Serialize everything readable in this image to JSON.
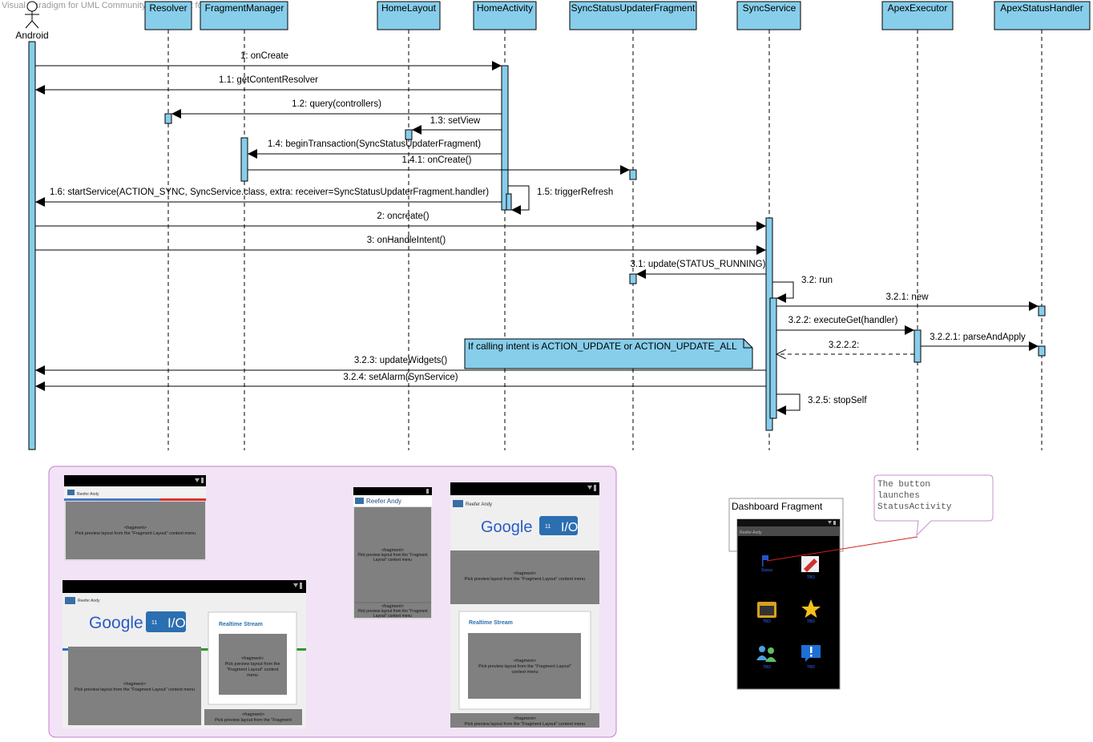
{
  "watermark": "Visual Paradigm for UML Community Edition [not for commercial use]",
  "actor": {
    "name": "Android"
  },
  "lifelines": [
    "Resolver",
    "FragmentManager",
    "HomeLayout",
    "HomeActivity",
    "SyncStatusUpdaterFragment",
    "SyncService",
    "ApexExecutor",
    "ApexStatusHandler"
  ],
  "messages": [
    "1: onCreate",
    "1.1: getContentResolver",
    "1.2: query(controllers)",
    "1.3: setView",
    "1.4: beginTransaction(SyncStatusUpdaterFragment)",
    "1.4.1: onCreate()",
    "1.5: triggerRefresh",
    "1.6: startService(ACTION_SYNC, SyncService.class, extra: receiver=SyncStatusUpdaterFragment.handler)",
    "2: oncreate()",
    "3: onHandleIntent()",
    "3.1: update(STATUS_RUNNING)",
    "3.2: run",
    "3.2.1: new",
    "3.2.2: executeGet(handler)",
    "3.2.2.1: parseAndApply",
    "3.2.2.2:",
    "3.2.3: updateWidgets()",
    "3.2.4: setAlarm(SynService)",
    "3.2.5: stopSelf"
  ],
  "notes": {
    "condition": "If calling intent is ACTION_UPDATE or ACTION_UPDATE_ALL",
    "callout_lines": [
      "The button",
      "launches",
      "StatusActivity"
    ],
    "dashboard_title": "Dashboard Fragment"
  },
  "previews": {
    "app_name": "Reefer Andy",
    "fragment_tag": "<fragment>",
    "fragment_hint": "Pick preview layout from the \"Fragment Layout\" context menu",
    "fragment_hint_short": "Pick preview layout from the \"Fragment",
    "hint_line_a": "Pick preview layout from the",
    "hint_line_b": "\"Fragment Layout\" context",
    "hint_line_c": "menu",
    "hint_line_d": "\"Fragment Layout\" context menu",
    "hint_line_e": "Pick preview layout from the \"Fragment Layout\"",
    "hint_line_f": "context menu",
    "hint_line_g": "Pick preview layout from the \"Fragment",
    "hint_line_h": "Layout\" context menu",
    "google_text": "Google",
    "io_text": "I/O",
    "io_year": "11",
    "realtime_stream": "Realtime Stream",
    "dash_icon_labels": [
      "Status",
      "TBD",
      "TBD",
      "TBD",
      "TBD",
      "TBD"
    ]
  },
  "colors": {
    "lifeline_fill": "#87ceeb",
    "activation_fill": "#87ceeb",
    "frame_fill": "#f3e3f6",
    "frame_stroke": "#c57fd0",
    "callout_stroke": "#c890d0",
    "note_fill": "#87ceeb",
    "link_red": "#d42020"
  }
}
